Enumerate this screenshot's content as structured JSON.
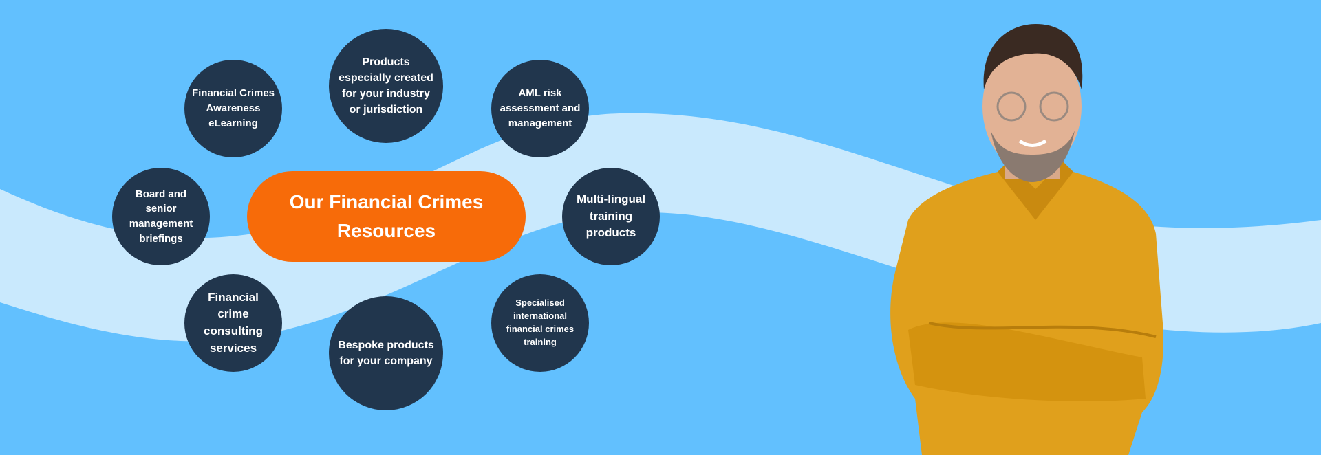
{
  "center": {
    "title": "Our Financial Crimes Resources"
  },
  "resources": [
    "Financial Crimes Awareness eLearning",
    "Products especially created for your industry or jurisdiction",
    "AML risk assessment and management",
    "Board and senior management briefings",
    "Multi-lingual training products",
    "Financial crime consulting services",
    "Bespoke products for your company",
    "Specialised international financial crimes training"
  ],
  "colors": {
    "background": "#62c0fe",
    "wave": "#c9e9fd",
    "circle": "#21364d",
    "accent": "#f76b09"
  }
}
